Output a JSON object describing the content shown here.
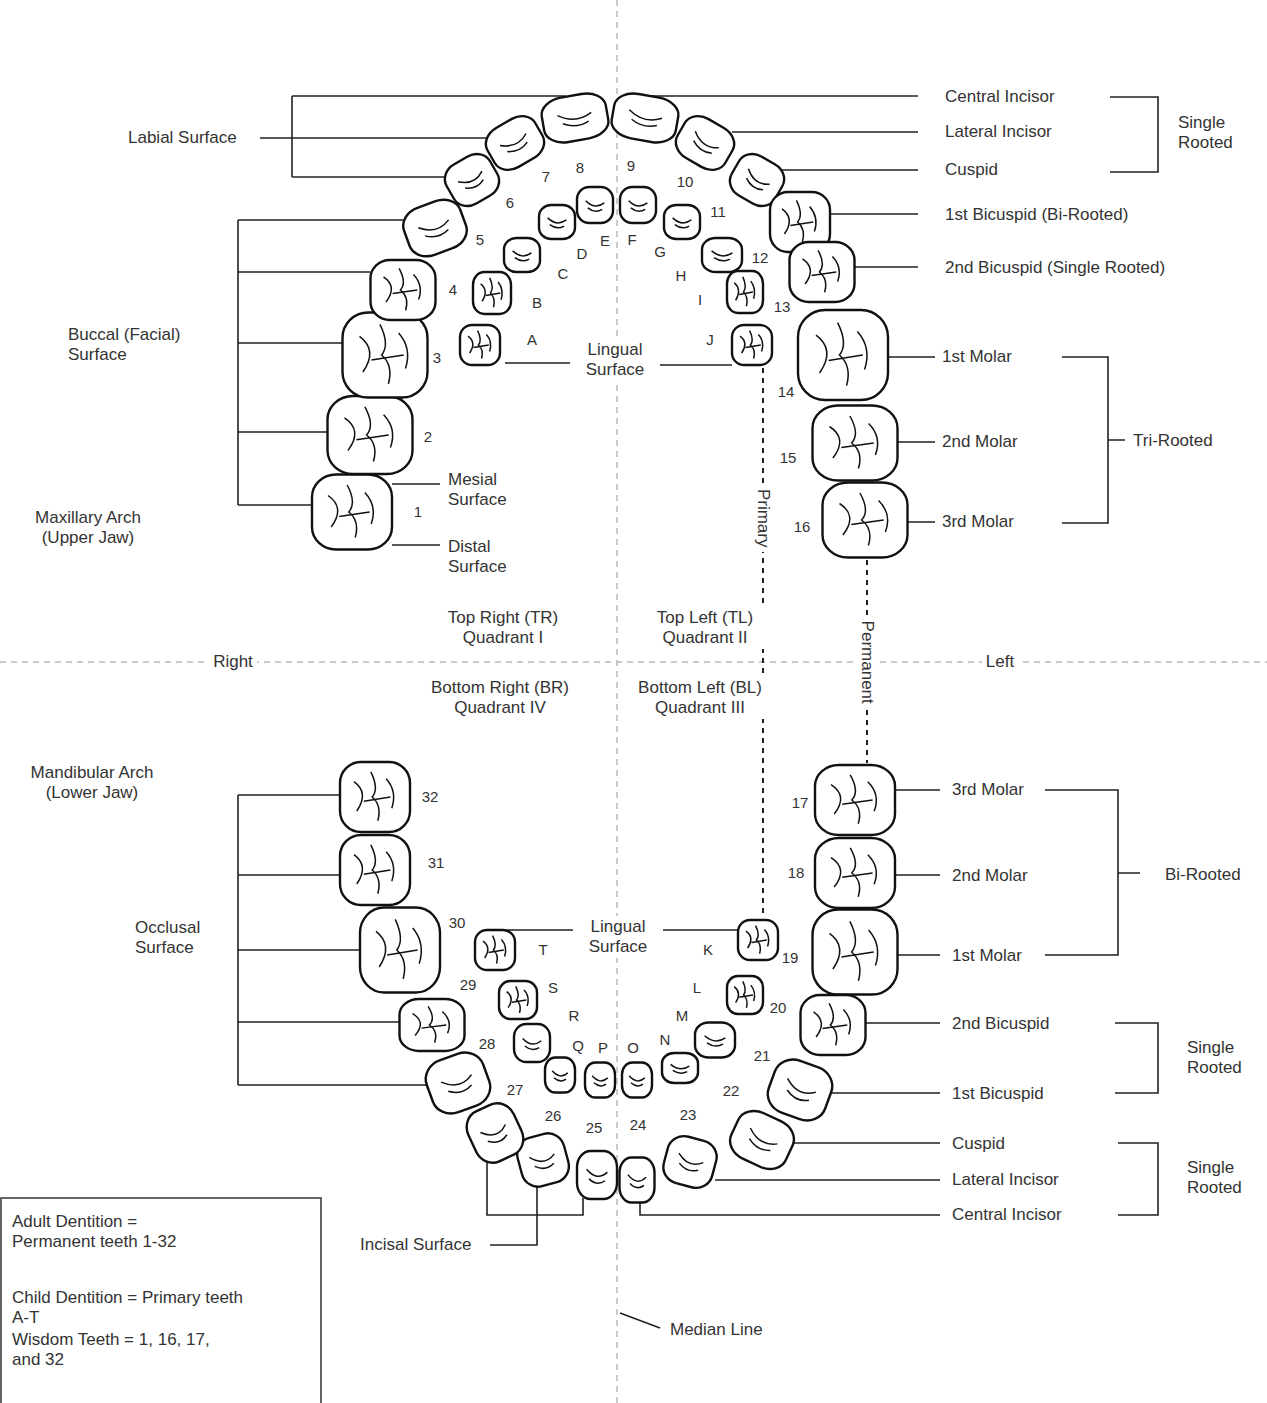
{
  "diagram": {
    "labels": [
      "Labial Surface",
      "Central Incisor",
      "Lateral Incisor",
      "Cuspid",
      "Single Rooted",
      "1st Bicuspid (Bi-Rooted)",
      "2nd Bicuspid (Single Rooted)",
      "Buccal (Facial) Surface",
      "1st Molar",
      "2nd Molar",
      "3rd Molar",
      "Tri-Rooted",
      "Lingual Surface",
      "Mesial Surface",
      "Maxillary Arch (Upper Jaw)",
      "Distal Surface",
      "Primary",
      "Top Right (TR) Quadrant I",
      "Top Left (TL) Quadrant II",
      "Permanent",
      "Right",
      "Left",
      "Bottom Right (BR) Quadrant IV",
      "Bottom Left (BL) Quadrant III",
      "Mandibular Arch (Lower Jaw)",
      "3rd Molar",
      "2nd Molar",
      "1st Molar",
      "Bi-Rooted",
      "Occlusal Surface",
      "Lingual Surface",
      "2nd Bicuspid",
      "1st Bicuspid",
      "Single Rooted",
      "Cuspid",
      "Lateral Incisor",
      "Central Incisor",
      "Single Rooted",
      "Incisal Surface",
      "Median Line",
      "Adult Dentition = Permanent teeth 1-32",
      "Child Dentition = Primary teeth A-T",
      "Wisdom Teeth = 1, 16, 17, and 32",
      "1",
      "2",
      "3",
      "4",
      "5",
      "6",
      "7",
      "8",
      "9",
      "10",
      "11",
      "12",
      "13",
      "14",
      "15",
      "16",
      "17",
      "18",
      "19",
      "20",
      "21",
      "22",
      "23",
      "24",
      "25",
      "26",
      "27",
      "28",
      "29",
      "30",
      "31",
      "32",
      "A",
      "B",
      "C",
      "D",
      "E",
      "F",
      "G",
      "H",
      "I",
      "J",
      "K",
      "L",
      "M",
      "N",
      "O",
      "P",
      "Q",
      "R",
      "S",
      "T"
    ]
  }
}
